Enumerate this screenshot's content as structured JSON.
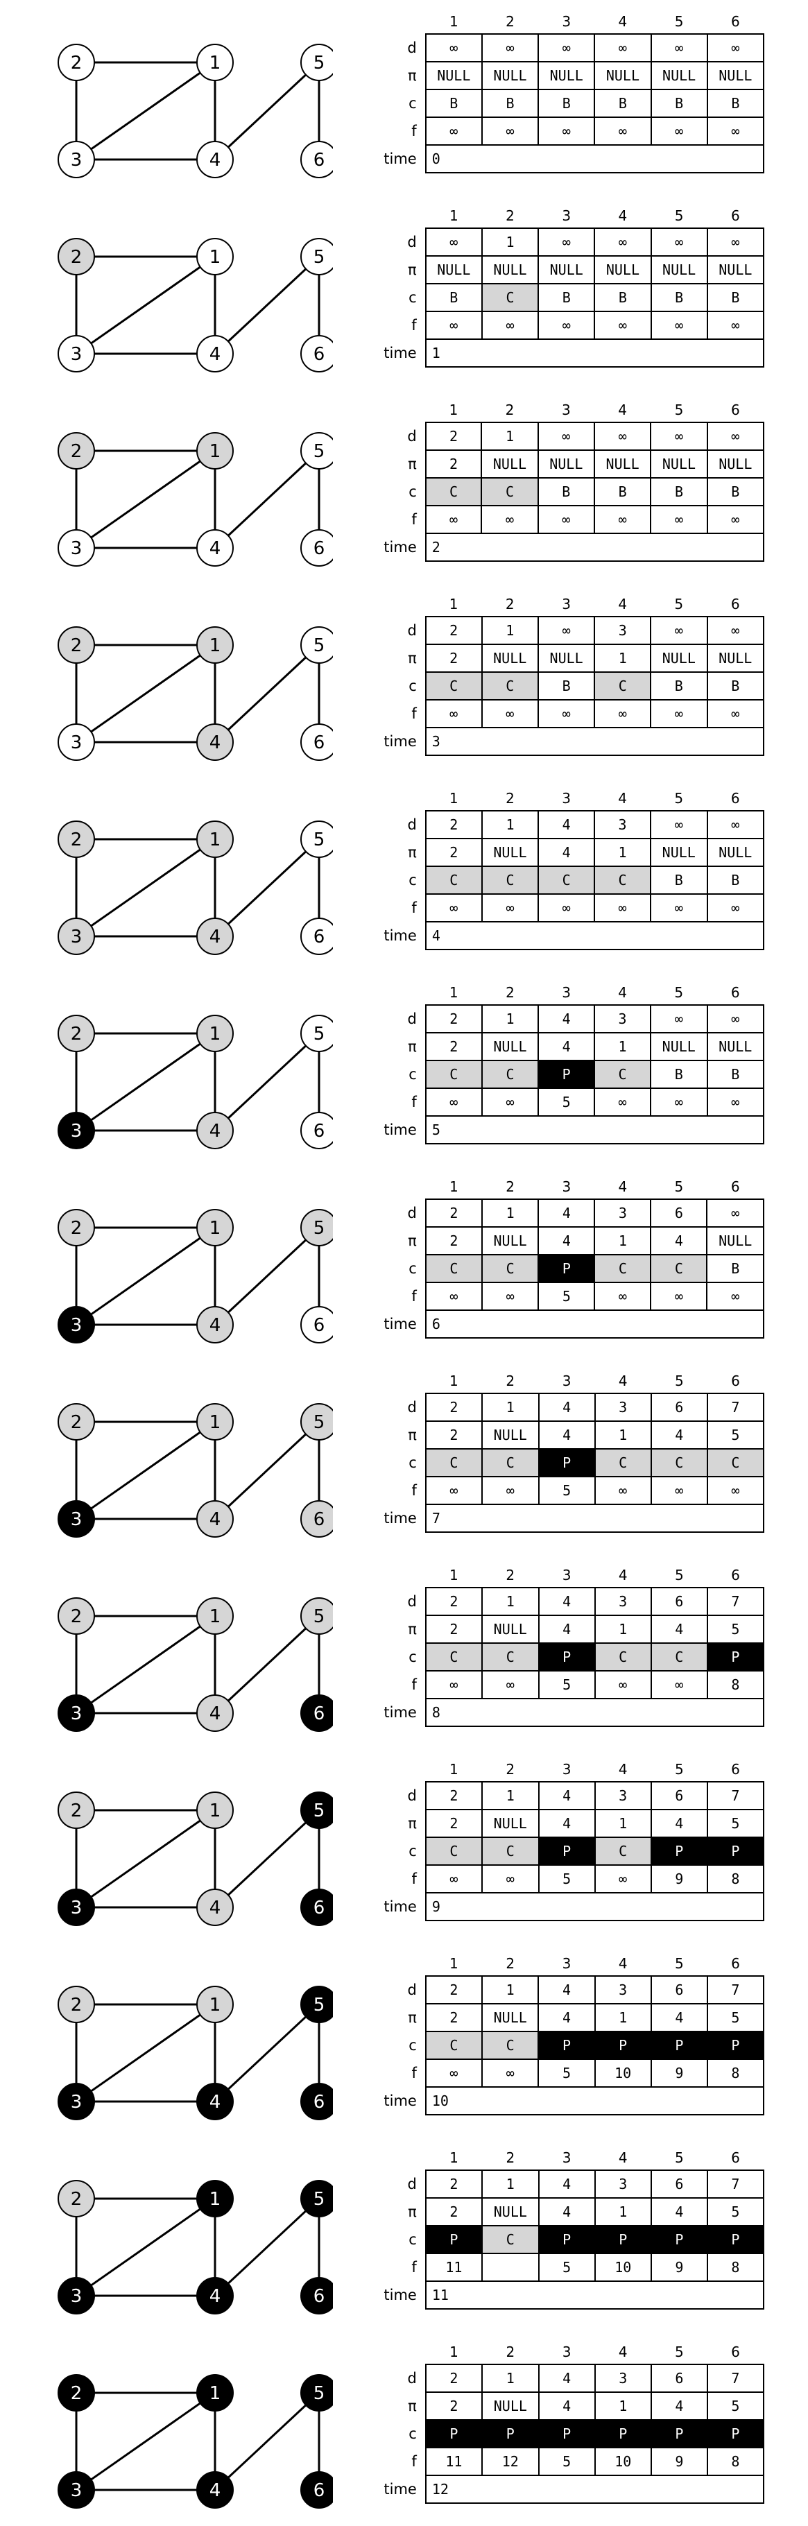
{
  "vertex_labels": [
    "1",
    "2",
    "3",
    "4",
    "5",
    "6"
  ],
  "row_labels": {
    "d": "d",
    "pi": "π",
    "c": "c",
    "f": "f",
    "time": "time"
  },
  "colors": {
    "white": "#ffffff",
    "gray": "#d6d6d6",
    "black": "#000000"
  },
  "edges": [
    [
      "2",
      "1"
    ],
    [
      "2",
      "3"
    ],
    [
      "1",
      "3"
    ],
    [
      "1",
      "4"
    ],
    [
      "3",
      "4"
    ],
    [
      "4",
      "5"
    ],
    [
      "5",
      "6"
    ]
  ],
  "steps": [
    {
      "d": [
        "∞",
        "∞",
        "∞",
        "∞",
        "∞",
        "∞"
      ],
      "pi": [
        "NULL",
        "NULL",
        "NULL",
        "NULL",
        "NULL",
        "NULL"
      ],
      "c": [
        "B",
        "B",
        "B",
        "B",
        "B",
        "B"
      ],
      "f": [
        "∞",
        "∞",
        "∞",
        "∞",
        "∞",
        "∞"
      ],
      "time": "0",
      "node_colors": [
        "W",
        "W",
        "W",
        "W",
        "W",
        "W"
      ]
    },
    {
      "d": [
        "∞",
        "1",
        "∞",
        "∞",
        "∞",
        "∞"
      ],
      "pi": [
        "NULL",
        "NULL",
        "NULL",
        "NULL",
        "NULL",
        "NULL"
      ],
      "c": [
        "B",
        "C",
        "B",
        "B",
        "B",
        "B"
      ],
      "f": [
        "∞",
        "∞",
        "∞",
        "∞",
        "∞",
        "∞"
      ],
      "time": "1",
      "node_colors": [
        "W",
        "G",
        "W",
        "W",
        "W",
        "W"
      ]
    },
    {
      "d": [
        "2",
        "1",
        "∞",
        "∞",
        "∞",
        "∞"
      ],
      "pi": [
        "2",
        "NULL",
        "NULL",
        "NULL",
        "NULL",
        "NULL"
      ],
      "c": [
        "C",
        "C",
        "B",
        "B",
        "B",
        "B"
      ],
      "f": [
        "∞",
        "∞",
        "∞",
        "∞",
        "∞",
        "∞"
      ],
      "time": "2",
      "node_colors": [
        "G",
        "G",
        "W",
        "W",
        "W",
        "W"
      ]
    },
    {
      "d": [
        "2",
        "1",
        "∞",
        "3",
        "∞",
        "∞"
      ],
      "pi": [
        "2",
        "NULL",
        "NULL",
        "1",
        "NULL",
        "NULL"
      ],
      "c": [
        "C",
        "C",
        "B",
        "C",
        "B",
        "B"
      ],
      "f": [
        "∞",
        "∞",
        "∞",
        "∞",
        "∞",
        "∞"
      ],
      "time": "3",
      "node_colors": [
        "G",
        "G",
        "W",
        "G",
        "W",
        "W"
      ]
    },
    {
      "d": [
        "2",
        "1",
        "4",
        "3",
        "∞",
        "∞"
      ],
      "pi": [
        "2",
        "NULL",
        "4",
        "1",
        "NULL",
        "NULL"
      ],
      "c": [
        "C",
        "C",
        "C",
        "C",
        "B",
        "B"
      ],
      "f": [
        "∞",
        "∞",
        "∞",
        "∞",
        "∞",
        "∞"
      ],
      "time": "4",
      "node_colors": [
        "G",
        "G",
        "G",
        "G",
        "W",
        "W"
      ]
    },
    {
      "d": [
        "2",
        "1",
        "4",
        "3",
        "∞",
        "∞"
      ],
      "pi": [
        "2",
        "NULL",
        "4",
        "1",
        "NULL",
        "NULL"
      ],
      "c": [
        "C",
        "C",
        "P",
        "C",
        "B",
        "B"
      ],
      "f": [
        "∞",
        "∞",
        "5",
        "∞",
        "∞",
        "∞"
      ],
      "time": "5",
      "node_colors": [
        "G",
        "G",
        "K",
        "G",
        "W",
        "W"
      ]
    },
    {
      "d": [
        "2",
        "1",
        "4",
        "3",
        "6",
        "∞"
      ],
      "pi": [
        "2",
        "NULL",
        "4",
        "1",
        "4",
        "NULL"
      ],
      "c": [
        "C",
        "C",
        "P",
        "C",
        "C",
        "B"
      ],
      "f": [
        "∞",
        "∞",
        "5",
        "∞",
        "∞",
        "∞"
      ],
      "time": "6",
      "node_colors": [
        "G",
        "G",
        "K",
        "G",
        "G",
        "W"
      ]
    },
    {
      "d": [
        "2",
        "1",
        "4",
        "3",
        "6",
        "7"
      ],
      "pi": [
        "2",
        "NULL",
        "4",
        "1",
        "4",
        "5"
      ],
      "c": [
        "C",
        "C",
        "P",
        "C",
        "C",
        "C"
      ],
      "f": [
        "∞",
        "∞",
        "5",
        "∞",
        "∞",
        "∞"
      ],
      "time": "7",
      "node_colors": [
        "G",
        "G",
        "K",
        "G",
        "G",
        "G"
      ]
    },
    {
      "d": [
        "2",
        "1",
        "4",
        "3",
        "6",
        "7"
      ],
      "pi": [
        "2",
        "NULL",
        "4",
        "1",
        "4",
        "5"
      ],
      "c": [
        "C",
        "C",
        "P",
        "C",
        "C",
        "P"
      ],
      "f": [
        "∞",
        "∞",
        "5",
        "∞",
        "∞",
        "8"
      ],
      "time": "8",
      "node_colors": [
        "G",
        "G",
        "K",
        "G",
        "G",
        "K"
      ]
    },
    {
      "d": [
        "2",
        "1",
        "4",
        "3",
        "6",
        "7"
      ],
      "pi": [
        "2",
        "NULL",
        "4",
        "1",
        "4",
        "5"
      ],
      "c": [
        "C",
        "C",
        "P",
        "C",
        "P",
        "P"
      ],
      "f": [
        "∞",
        "∞",
        "5",
        "∞",
        "9",
        "8"
      ],
      "time": "9",
      "node_colors": [
        "G",
        "G",
        "K",
        "G",
        "K",
        "K"
      ]
    },
    {
      "d": [
        "2",
        "1",
        "4",
        "3",
        "6",
        "7"
      ],
      "pi": [
        "2",
        "NULL",
        "4",
        "1",
        "4",
        "5"
      ],
      "c": [
        "C",
        "C",
        "P",
        "P",
        "P",
        "P"
      ],
      "f": [
        "∞",
        "∞",
        "5",
        "10",
        "9",
        "8"
      ],
      "time": "10",
      "node_colors": [
        "G",
        "G",
        "K",
        "K",
        "K",
        "K"
      ]
    },
    {
      "d": [
        "2",
        "1",
        "4",
        "3",
        "6",
        "7"
      ],
      "pi": [
        "2",
        "NULL",
        "4",
        "1",
        "4",
        "5"
      ],
      "c": [
        "P",
        "C",
        "P",
        "P",
        "P",
        "P"
      ],
      "f": [
        "11",
        "",
        "5",
        "10",
        "9",
        "8"
      ],
      "time": "11",
      "node_colors": [
        "K",
        "G",
        "K",
        "K",
        "K",
        "K"
      ]
    },
    {
      "d": [
        "2",
        "1",
        "4",
        "3",
        "6",
        "7"
      ],
      "pi": [
        "2",
        "NULL",
        "4",
        "1",
        "4",
        "5"
      ],
      "c": [
        "P",
        "P",
        "P",
        "P",
        "P",
        "P"
      ],
      "f": [
        "11",
        "12",
        "5",
        "10",
        "9",
        "8"
      ],
      "time": "12",
      "node_colors": [
        "K",
        "K",
        "K",
        "K",
        "K",
        "K"
      ]
    }
  ]
}
